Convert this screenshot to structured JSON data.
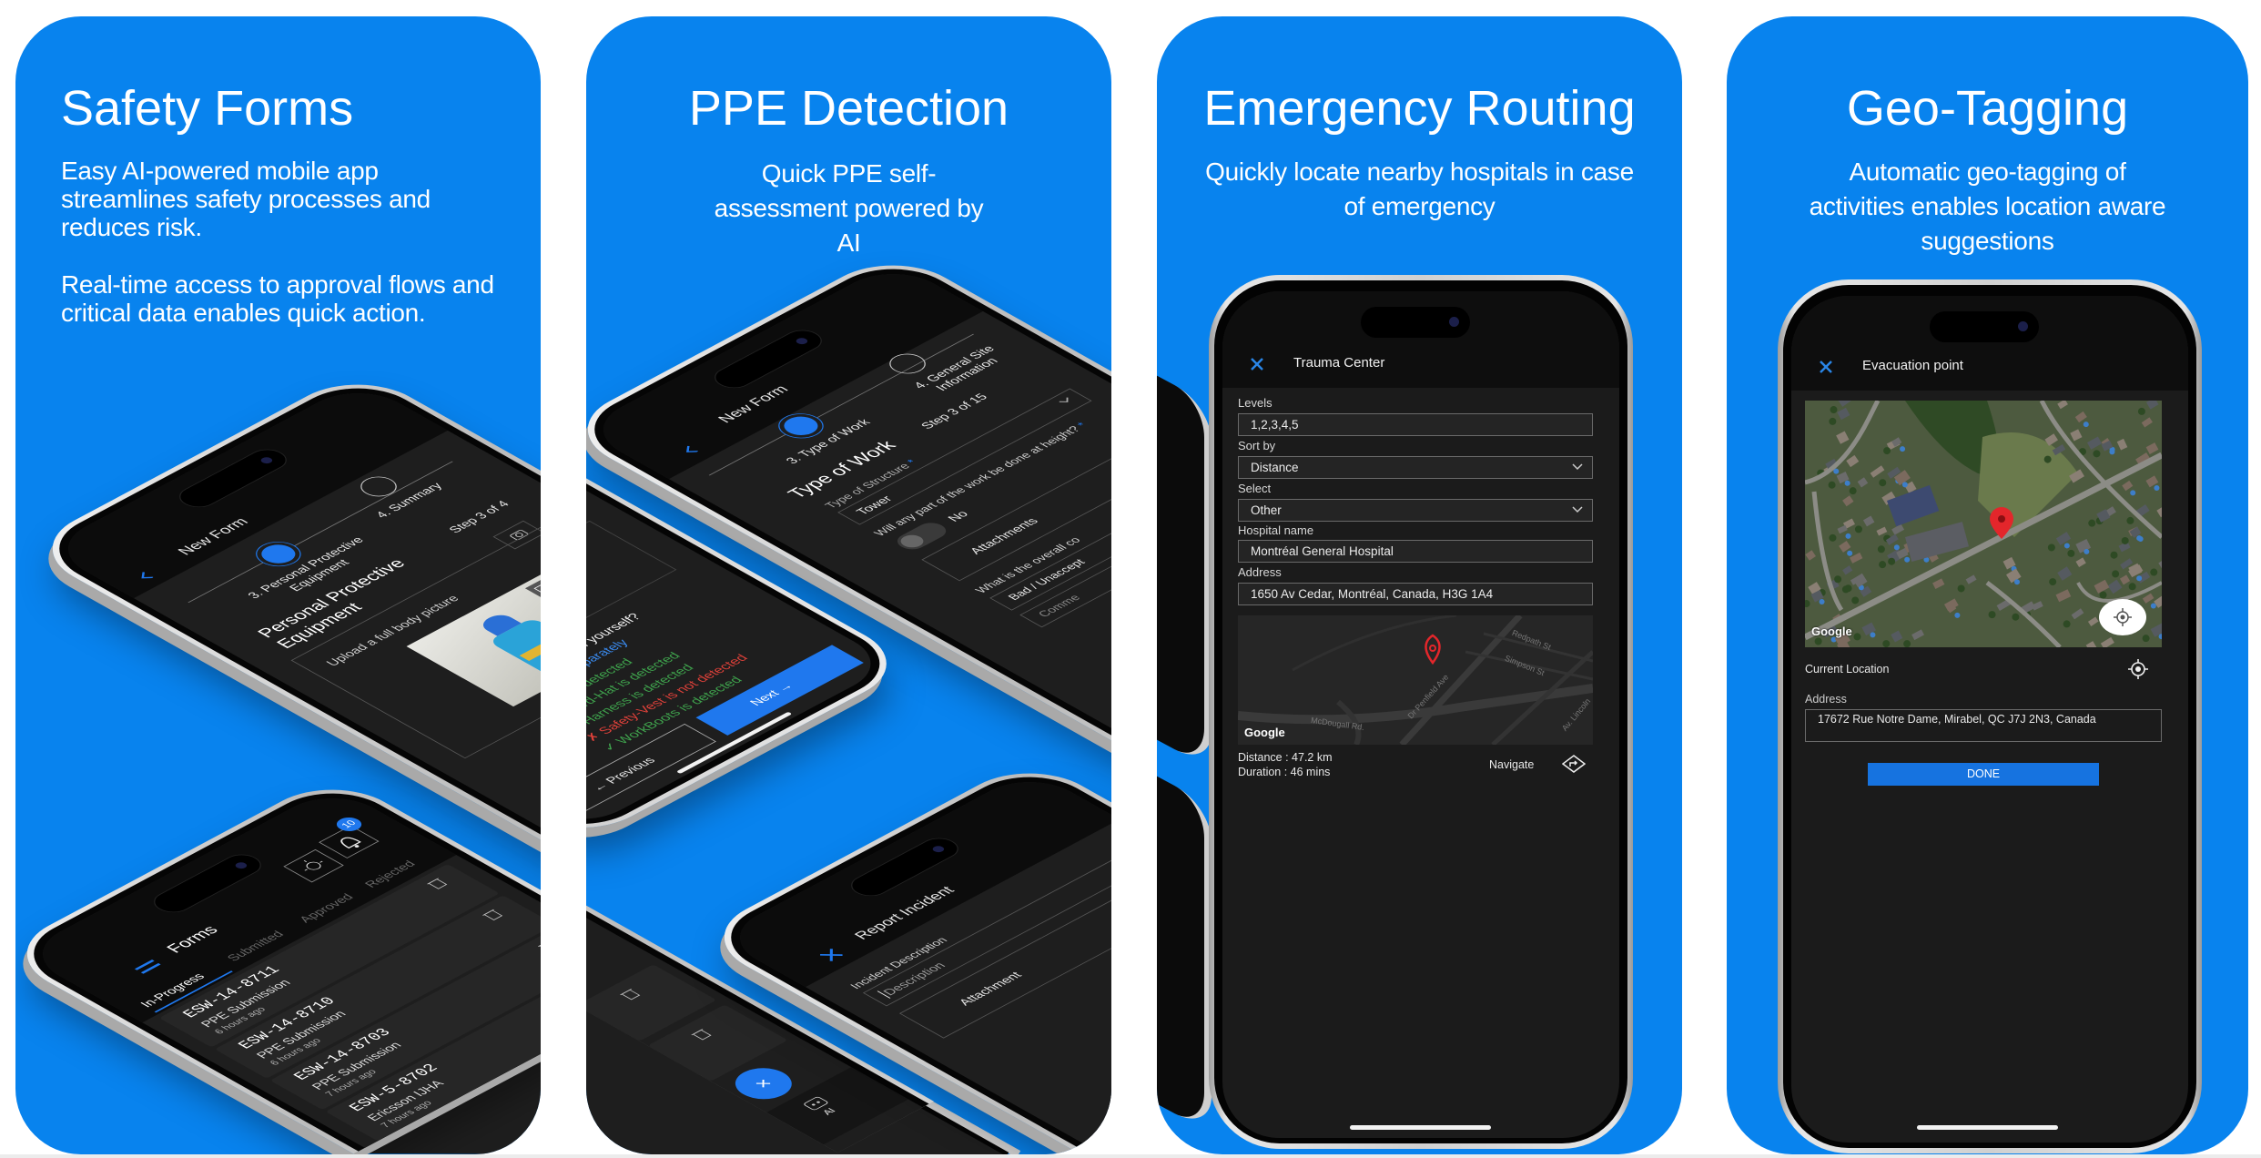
{
  "colors": {
    "panel_bg": "#0883ee",
    "accent": "#1f78ee",
    "error": "#e0413a",
    "success": "#3fa34d",
    "pin": "#e3262b"
  },
  "panels": [
    {
      "title": "Safety Forms",
      "paragraphs": [
        "Easy AI-powered mobile app streamlines safety processes and reduces risk.",
        "Real-time access to approval flows and critical data enables quick action."
      ]
    },
    {
      "title": "PPE Detection",
      "subtitle": "Quick PPE self-assessment powered by AI"
    },
    {
      "title": "Emergency Routing",
      "subtitle": "Quickly locate nearby hospitals in case of emergency"
    },
    {
      "title": "Geo-Tagging",
      "subtitle": "Automatic geo-tagging of activities enables location aware suggestions"
    }
  ],
  "ppe_form": {
    "header": "New Form",
    "step_current": "3. Personal Protective Equipment",
    "step_next": "4. Summary",
    "step_counter": "Step 3 of 4",
    "section_title": "Personal Protective Equipment",
    "upload_prompt": "Upload a full body picture"
  },
  "forms_list": {
    "header": "Forms",
    "notification_count": "10",
    "tabs": [
      "In-Progress",
      "Submitted",
      "Approved",
      "Rejected"
    ],
    "items": [
      {
        "id": "ESW-14-8711",
        "type": "PPE Submission",
        "time": "6 hours ago"
      },
      {
        "id": "ESW-14-8710",
        "type": "PPE Submission",
        "time": "6 hours ago"
      },
      {
        "id": "ESW-14-8703",
        "type": "PPE Submission",
        "time": "7 hours ago"
      },
      {
        "id": "ESW-5-8702",
        "type": "Ericsson IJHA",
        "time": "7 hours ago"
      }
    ]
  },
  "type_of_work_form": {
    "header": "New Form",
    "step_current": "3. Type of Work",
    "step_next": "4. General Site Information",
    "section_title": "Type of Work",
    "step_counter": "Step 3 of 15",
    "structure_label": "Type of Structure",
    "structure_value": "Tower",
    "height_question": "Will any part of the work be done at height?",
    "height_toggle": "No",
    "attachments_label": "Attachments",
    "condition_question": "What is the overall co",
    "condition_value": "Bad / Unaccept",
    "comment_placeholder": "Comme"
  },
  "ppe_result": {
    "question": "body picture of yourself?",
    "hint": "pictures separately",
    "checks": [
      {
        "text": "ves is detected",
        "status": "ok"
      },
      {
        "text": "Hard-Hat is detected",
        "status": "ok"
      },
      {
        "text": "Harness is detected",
        "status": "ok"
      },
      {
        "text": "Safety-Vest is not detected",
        "status": "fail"
      },
      {
        "text": "WorkBoots is detected",
        "status": "ok"
      }
    ],
    "previous_label": "← Previous",
    "next_label": "Next →"
  },
  "report_incident": {
    "header": "Report Incident",
    "description_label": "Incident Description",
    "description_placeholder": "Description",
    "attachment_label": "Attachment"
  },
  "forms_fab": {
    "fab_label": "×",
    "nav_ai_label": "AI"
  },
  "trauma_center": {
    "title": "Trauma Center",
    "fields": [
      {
        "label": "Levels",
        "value": "1,2,3,4,5",
        "type": "text"
      },
      {
        "label": "Sort by",
        "value": "Distance",
        "type": "select"
      },
      {
        "label": "Select",
        "value": "Other",
        "type": "select"
      },
      {
        "label": "Hospital name",
        "value": "Montréal General Hospital",
        "type": "text"
      },
      {
        "label": "Address",
        "value": "1650 Av Cedar, Montréal, Canada, H3G 1A4",
        "type": "text"
      }
    ],
    "map": {
      "streets": [
        "Redpath St",
        "Simpson St",
        "Dr Penfield Ave",
        "McDougall Rd.",
        "Av. Lincoln"
      ],
      "attribution": "Google"
    },
    "distance": "Distance : 47.2 km",
    "duration": "Duration : 46 mins",
    "navigate_label": "Navigate"
  },
  "evacuation_point": {
    "title": "Evacuation point",
    "map_attribution": "Google",
    "current_location_label": "Current Location",
    "address_label": "Address",
    "address_value": "17672 Rue Notre Dame, Mirabel, QC J7J 2N3, Canada",
    "done_label": "DONE"
  }
}
